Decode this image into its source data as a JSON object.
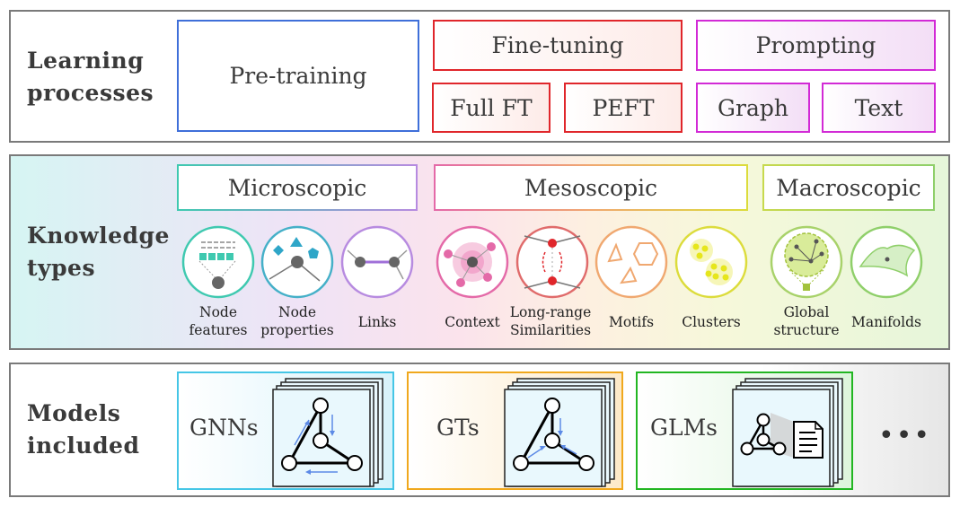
{
  "learning": {
    "label_line1": "Learning",
    "label_line2": "processes",
    "pretraining": "Pre-training",
    "finetuning": "Fine-tuning",
    "prompting": "Prompting",
    "full_ft": "Full FT",
    "peft": "PEFT",
    "graph": "Graph",
    "text": "Text"
  },
  "knowledge": {
    "label_line1": "Knowledge",
    "label_line2": "types",
    "microscopic": "Microscopic",
    "mesoscopic": "Mesoscopic",
    "macroscopic": "Macroscopic",
    "items": [
      {
        "line1": "Node",
        "line2": "features",
        "icon": "node-features-icon"
      },
      {
        "line1": "Node",
        "line2": "properties",
        "icon": "node-properties-icon"
      },
      {
        "line1": "Links",
        "line2": "",
        "icon": "links-icon"
      },
      {
        "line1": "Context",
        "line2": "",
        "icon": "context-icon"
      },
      {
        "line1": "Long-range",
        "line2": "Similarities",
        "icon": "long-range-similarities-icon"
      },
      {
        "line1": "Motifs",
        "line2": "",
        "icon": "motifs-icon"
      },
      {
        "line1": "Clusters",
        "line2": "",
        "icon": "clusters-icon"
      },
      {
        "line1": "Global",
        "line2": "structure",
        "icon": "global-structure-icon"
      },
      {
        "line1": "Manifolds",
        "line2": "",
        "icon": "manifolds-icon"
      }
    ]
  },
  "models": {
    "label_line1": "Models",
    "label_line2": "included",
    "gnns": "GNNs",
    "gts": "GTs",
    "glms": "GLMs",
    "more": "•••"
  },
  "colors": {
    "blue": "#3f6fd9",
    "red": "#e0262b",
    "magenta": "#d22ad6",
    "teal": "#3fc9b0",
    "pink": "#e46aa8",
    "yellow": "#dcdc3c",
    "green": "#8fcf6a",
    "cyan": "#45c6e6",
    "orange": "#f0a81d",
    "bright_green": "#22b622"
  }
}
